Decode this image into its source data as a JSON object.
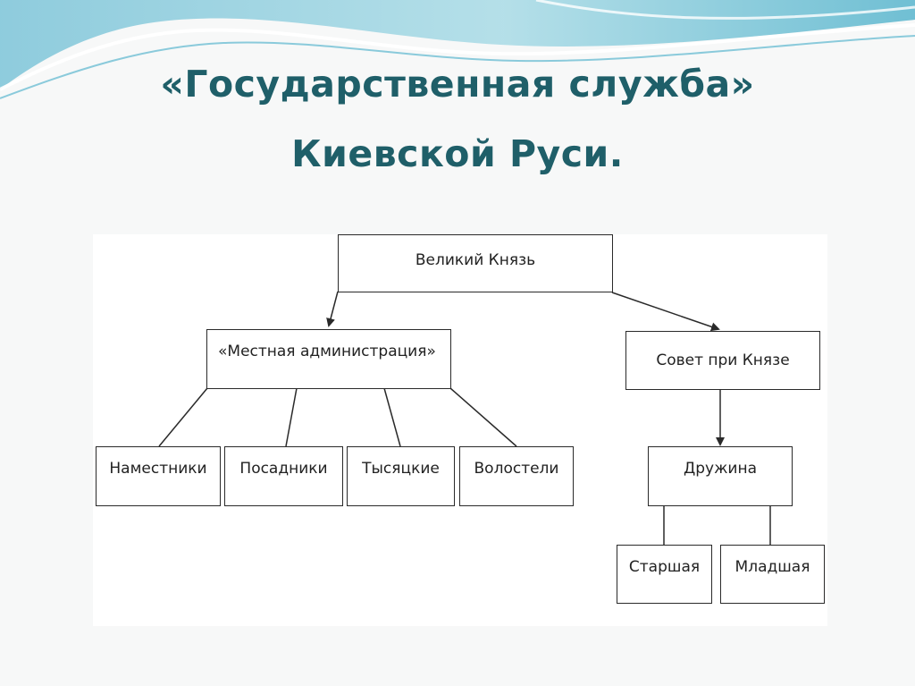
{
  "title": {
    "line1": "«Государственная служба»",
    "line2": "Киевской Руси."
  },
  "diagram": {
    "root": "Великий Князь",
    "left_branch": {
      "label": "«Местная администрация»",
      "children": [
        "Наместники",
        "Посадники",
        "Тысяцкие",
        "Волостели"
      ]
    },
    "right_branch": {
      "label": "Совет при Князе",
      "child": {
        "label": "Дружина",
        "children": [
          "Старшая",
          "Младшая"
        ]
      }
    }
  },
  "colors": {
    "title": "#1f5f69",
    "wave": "#5bb7cf",
    "line": "#2a2a2a"
  }
}
